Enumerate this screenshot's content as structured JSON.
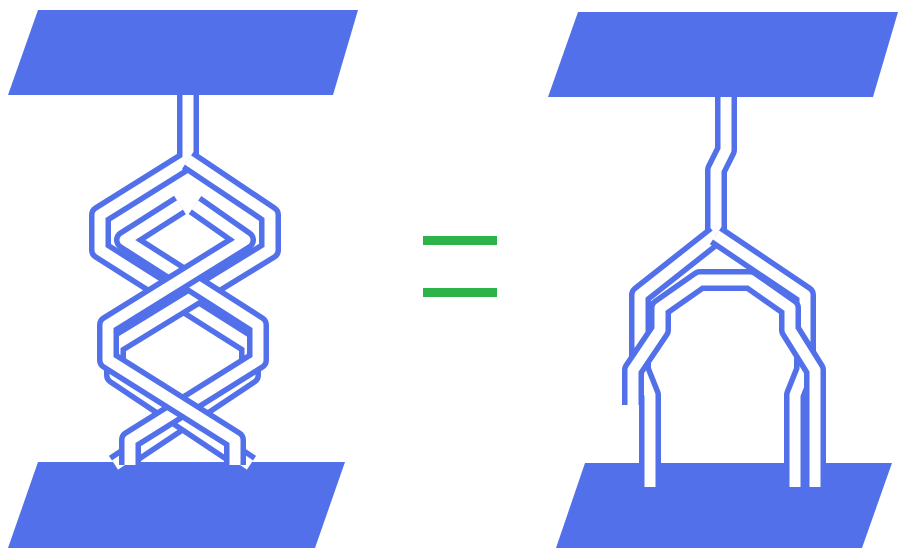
{
  "colors": {
    "background": "#ffffff",
    "ribbon": "#5170ea",
    "equals": "#2db34a"
  },
  "diagram": {
    "left": {
      "description_name": "braided-ribbon-surface",
      "twists": 2
    },
    "relation": "=",
    "right": {
      "description_name": "split-ribbon-surface",
      "legs": 2
    }
  }
}
